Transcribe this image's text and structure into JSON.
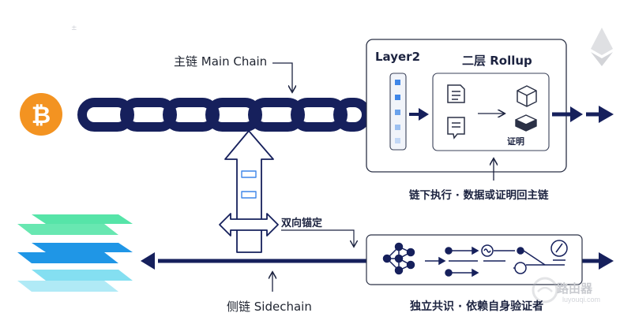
{
  "labels": {
    "main_chain": "主链 Main Chain",
    "layer2": "Layer2",
    "rollup": "二层 Rollup",
    "proof": "证明",
    "offchain_exec": "链下执行 · 数据或证明回主链",
    "two_way_peg": "双向锚定",
    "sidechain": "侧链 Sidechain",
    "independent_consensus": "独立共识 · 依赖自身验证者"
  },
  "watermark": {
    "text": "路由器",
    "sub": "luyouqi.com"
  },
  "icons": {
    "bitcoin": "bitcoin-logo-icon",
    "ethereum": "ethereum-logo-icon",
    "stack": "stacked-layers-icon",
    "chain": "chain-link-icon",
    "document": "document-icon",
    "cube": "cube-icon",
    "network": "node-network-icon"
  },
  "colors": {
    "navy": "#16205c",
    "bitcoin_orange": "#f39321",
    "green_layer": "#4de3a3",
    "blue_layer": "#1f96e6",
    "cyan_layer": "#6fd9ee",
    "block_blue": "#3f86e8"
  }
}
